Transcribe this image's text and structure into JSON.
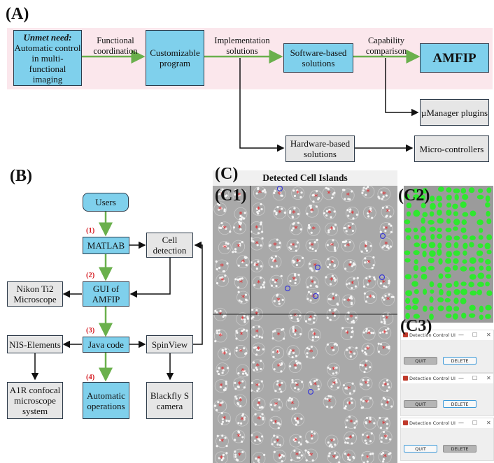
{
  "panels": {
    "a": "(A)",
    "b": "(B)",
    "c": "(C)",
    "c1": "(C1)",
    "c2": "(C2)",
    "c3": "(C3)"
  },
  "diagram_a": {
    "unmet_need_title": "Unmet need:",
    "unmet_need_body": "Automatic control in multi-functional imaging",
    "customizable": "Customizable program",
    "software": "Software-based solutions",
    "amfip": "AMFIP",
    "umanager": "µManager plugins",
    "hardware": "Hardware-based solutions",
    "micro_controllers": "Micro-controllers",
    "edge_functional": "Functional coordination",
    "edge_implementation": "Implementation solutions",
    "edge_capability": "Capability comparison"
  },
  "diagram_b": {
    "users": "Users",
    "matlab": "MATLAB",
    "cell_detection": "Cell detection",
    "gui": "GUI of AMFIP",
    "nikon": "Nikon Ti2 Microscope",
    "java": "Java code",
    "nis": "NIS-Elements",
    "spinview": "SpinView",
    "a1r": "A1R confocal microscope system",
    "auto_ops": "Automatic operations",
    "blackfly": "Blackfly S camera",
    "steps": [
      "(1)",
      "(2)",
      "(3)",
      "(4)"
    ]
  },
  "panel_c": {
    "title": "Detected Cell Islands",
    "windows": [
      {
        "title": "Detection Control UI",
        "quit": "QUIT",
        "delete": "DELETE",
        "pressed": "quit"
      },
      {
        "title": "Detection Control UI",
        "quit": "QUIT",
        "delete": "DELETE",
        "pressed": "quit"
      },
      {
        "title": "Detection Control UI",
        "quit": "QUIT",
        "delete": "DELETE",
        "pressed": "delete"
      }
    ],
    "window_controls": {
      "minimize": "—",
      "maximize": "☐",
      "close": "✕"
    }
  },
  "colors": {
    "process_blue": "#7fd0ec",
    "external_gray": "#e6e6e6",
    "flow_green": "#6ab04c",
    "band_pink": "#fbe7ec",
    "marker_red": "#e8262b",
    "mask_green": "#2ee82e"
  }
}
